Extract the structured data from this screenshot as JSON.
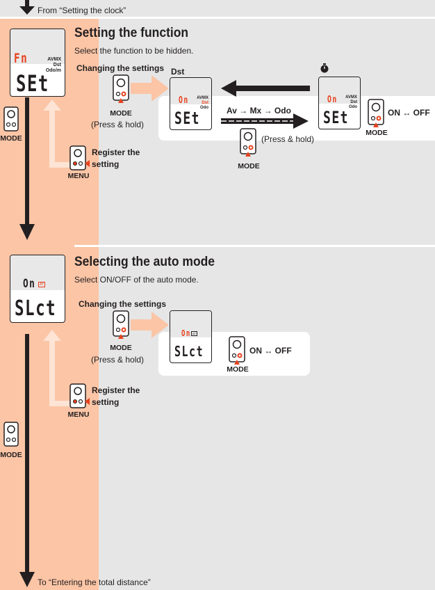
{
  "nav": {
    "from": "From “Setting the clock”",
    "to": "To “Entering the total distance”"
  },
  "section_function": {
    "title": "Setting the function",
    "subtitle": "Select the function to be hidden.",
    "changing": "Changing the settings",
    "press_mode": "MODE",
    "press_hold": "(Press & hold)",
    "register": "Register the",
    "register2": "setting",
    "menu": "MENU",
    "dst_label": "Dst",
    "cycle": "Av → Mx → Odo",
    "press_hold_mid": "(Press & hold)",
    "mode_mid": "MODE",
    "on_off": "ON ↔ OFF",
    "mode_right": "MODE",
    "left_mode": "MODE",
    "lcd_main": {
      "top_red": "Fn",
      "icons": [
        "AVMX",
        "Dst",
        "Odo/m"
      ],
      "bottom": "SEt"
    },
    "lcd_a": {
      "top_red": "On",
      "icons": [
        "AVMX",
        "Dst",
        "Odo"
      ],
      "bottom": "SEt"
    },
    "lcd_b": {
      "top_red": "On",
      "icons": [
        "AVMX",
        "Dst",
        "Odo"
      ],
      "bottom": "SEt"
    }
  },
  "section_auto": {
    "title": "Selecting the auto mode",
    "subtitle": "Select ON/OFF of the auto mode.",
    "changing": "Changing the settings",
    "press_mode": "MODE",
    "press_hold": "(Press & hold)",
    "register": "Register the",
    "register2": "setting",
    "menu": "MENU",
    "on_off": "ON ↔ OFF",
    "mode_right": "MODE",
    "left_mode": "MODE",
    "lcd_main": {
      "top": "On",
      "bottom": "SLct",
      "badge": "AT"
    },
    "lcd_a": {
      "top_red": "On",
      "bottom": "SLct",
      "badge": "AT"
    }
  },
  "colors": {
    "accent": "#e8411d",
    "salmon": "#fbc5a6",
    "grey": "#e6e6e6",
    "ink": "#231f20"
  }
}
